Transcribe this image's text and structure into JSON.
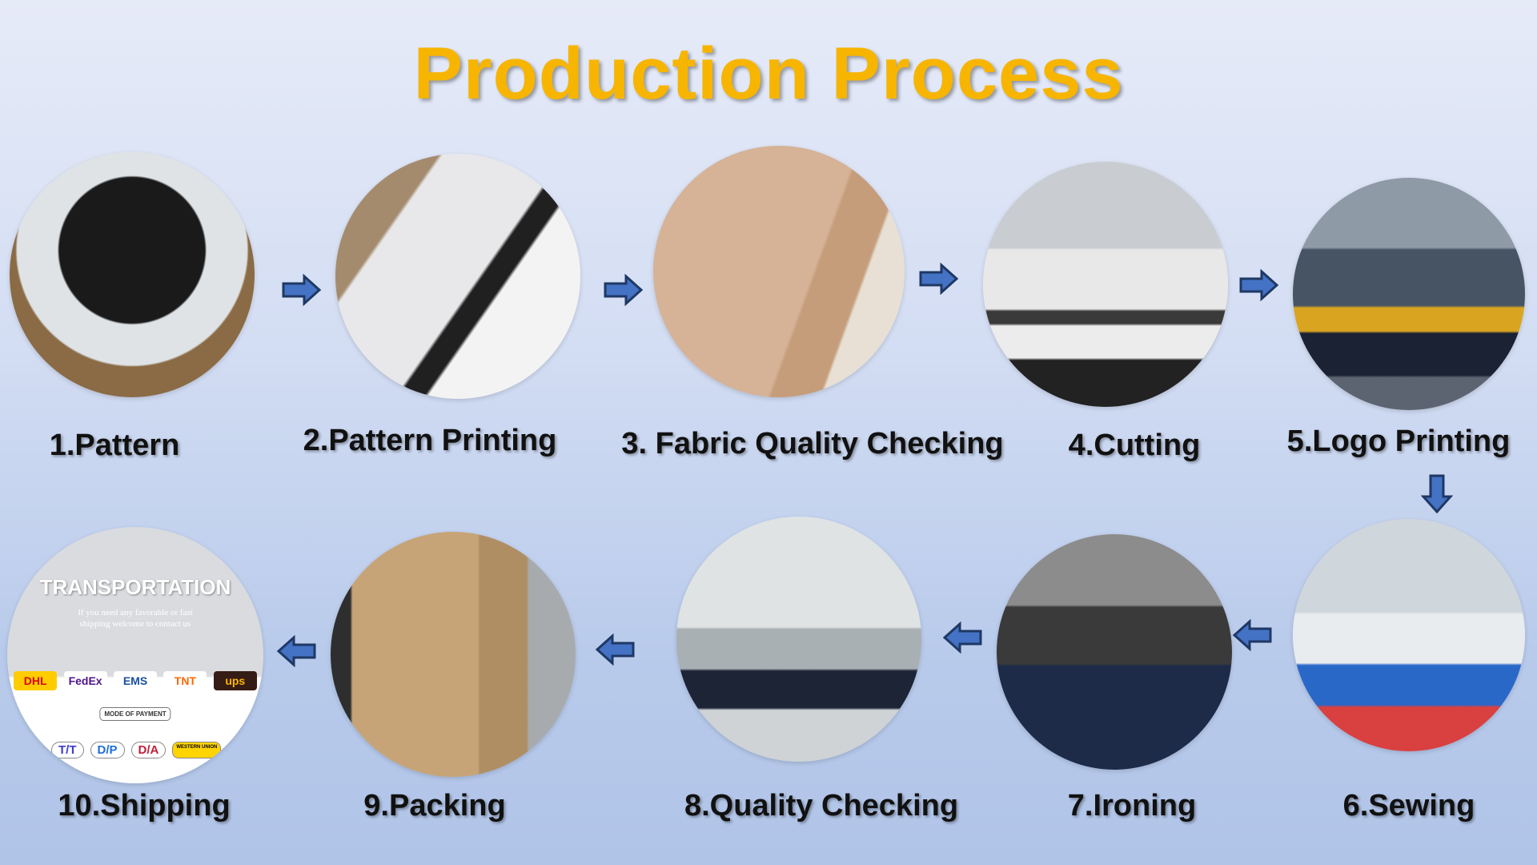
{
  "title": "Production Process",
  "steps": [
    {
      "label": "1.Pattern"
    },
    {
      "label": "2.Pattern Printing"
    },
    {
      "label": "3. Fabric Quality Checking"
    },
    {
      "label": "4.Cutting"
    },
    {
      "label": "5.Logo Printing"
    },
    {
      "label": "6.Sewing"
    },
    {
      "label": "7.Ironing"
    },
    {
      "label": "8.Quality Checking"
    },
    {
      "label": "9.Packing"
    },
    {
      "label": "10.Shipping"
    }
  ],
  "shipping_image": {
    "heading": "TRANSPORTATION",
    "subtitle_line1": "If you need any favorable or fast",
    "subtitle_line2": "shipping welcome to contact us",
    "carriers": [
      "DHL",
      "FedEx",
      "EMS",
      "TNT",
      "ups"
    ],
    "payment_heading": "MODE OF PAYMENT",
    "payments": [
      "T/T",
      "D/P",
      "D/A",
      "WESTERN UNION"
    ]
  },
  "colors": {
    "title": "#f7b500",
    "arrow_fill": "#4472c4",
    "arrow_stroke": "#1f3864"
  }
}
